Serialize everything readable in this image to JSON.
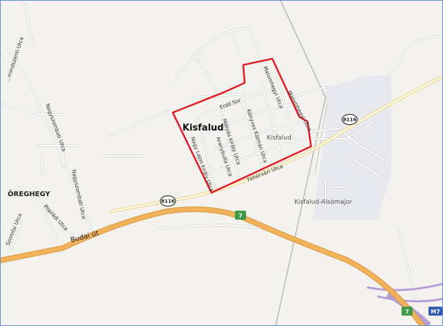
{
  "places": {
    "kisfalud": "Kisfalud",
    "kisfalud_inner": "Kisfalud",
    "oreghegy": "ÖREGHEGY",
    "alsomajor": "Kisfalud-Alsómajor"
  },
  "streets": {
    "malomhegyi_1": "Malomhegyi Utca",
    "malomhegyi_2": "Malomhegyi Utca",
    "erdo_sor": "Erdő Sor",
    "konyves_kalman": "Könyves Kálmán Utca",
    "matyas_kiraly": "Mátyás király Utca",
    "aranybulla": "Aranybulla Utca",
    "nagy_lajos": "Nagy Lajos király Utca",
    "fehervari": "Fehérvári Utca",
    "budai_ut": "Budai út",
    "nagyszombati_1": "Nagyszombati Utca",
    "nagyszombati_2": "Nagyszombati Utca",
    "poprádi": "Poprádi Utca",
    "szomfai": "Szomfai Utca",
    "mindszenti": "...mindszenti Utca"
  },
  "shields": {
    "route_8116_a": "8116",
    "route_8116_b": "8116",
    "route_7_a": "7",
    "route_7_b": "7",
    "motorway": "M7"
  },
  "colors": {
    "boundary": "#e0202a",
    "main_road": "#f2b25c",
    "motorway": "#b69fd6",
    "shield_green": "#3f9a48"
  }
}
